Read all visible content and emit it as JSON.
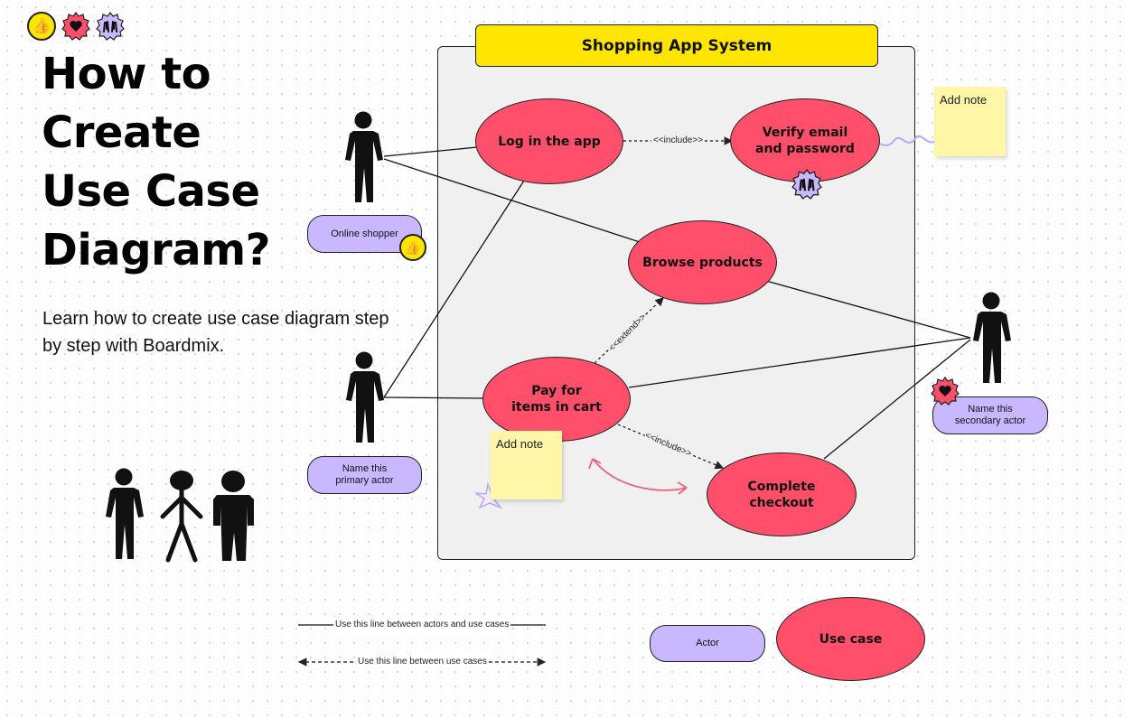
{
  "reactions": [
    "thumbs-up",
    "heart",
    "raised-hands"
  ],
  "heading": {
    "line1": "How to",
    "line2": "Create",
    "line3": "Use Case",
    "line4": "Diagram?"
  },
  "subtitle": "Learn how to create use case diagram step by step with Boardmix.",
  "system": {
    "title": "Shopping App System"
  },
  "use_cases": {
    "login": "Log in the app",
    "verify": "Verify email and password",
    "browse": "Browse products",
    "pay": "Pay for items in cart",
    "checkout": "Complete checkout"
  },
  "actors": {
    "online_shopper": "Online shopper",
    "primary": "Name this primary actor",
    "secondary": "Name this secondary actor"
  },
  "relations": {
    "include": "<<include>>",
    "extend": "<<extend>>"
  },
  "notes": {
    "note1": "Add note",
    "note2": "Add note"
  },
  "legend": {
    "solid_line": "Use this line between actors and use cases",
    "dashed_line": "Use this line between use cases",
    "actor": "Actor",
    "use_case": "Use case"
  },
  "colors": {
    "use_case": "#ff4f6a",
    "actor_label": "#c9b8ff",
    "system_header": "#ffe500",
    "note": "#fff6a8"
  }
}
